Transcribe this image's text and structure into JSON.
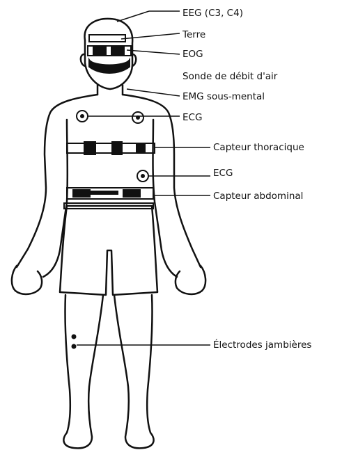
{
  "labels": {
    "eeg": "EEG (C3, C4)",
    "terre": "Terre",
    "eog": "EOG",
    "sonde": "Sonde de débit d'air",
    "emg": "EMG sous-mental",
    "ecg_chest": "ECG",
    "thorax": "Capteur thoracique",
    "ecg_side": "ECG",
    "abdomen": "Capteur abdominal",
    "jambes": "Électrodes jambières"
  }
}
